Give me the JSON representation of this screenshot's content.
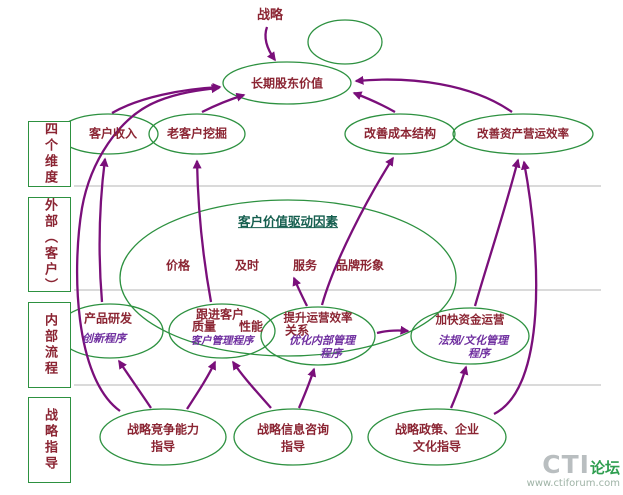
{
  "title": "战略",
  "perspectives": [
    {
      "label": "四个维度"
    },
    {
      "label": "外部（客户）"
    },
    {
      "label": "内部流程"
    },
    {
      "label": "战略指导"
    }
  ],
  "nodes": {
    "shareholder_value": "长期股东价值",
    "customer_revenue": "客户收入",
    "old_customer_mining": "老客户挖掘",
    "improve_cost_structure": "改善成本结构",
    "improve_asset_efficiency": "改善资产营运效率",
    "customer_value_driver": "客户价值驱动因素",
    "attrs_row1": [
      "价格",
      "及时",
      "服务",
      "品牌形象"
    ],
    "attrs_row2": [
      "质量",
      "性能",
      "关系"
    ],
    "product_rd": {
      "title": "产品研发",
      "sub": "创新程序"
    },
    "follow_customer": {
      "title": "跟进客户",
      "sub": "客户管理程序"
    },
    "operation_efficiency": {
      "title": "提升运营效率",
      "sub1": "优化内部管理",
      "sub2": "程序"
    },
    "capital_operation": {
      "title": "加快资金运营",
      "sub1": "法规/文化管理",
      "sub2": "程序"
    },
    "strategy_competition": {
      "line1": "战略竞争能力",
      "line2": "指导"
    },
    "strategy_information": {
      "line1": "战略信息咨询",
      "line2": "指导"
    },
    "strategy_policy": {
      "line1": "战略政策、企业",
      "line2": "文化指导"
    }
  },
  "watermark": {
    "brand": "CTI",
    "brand_suffix": "论坛",
    "url": "www.ctiforum.com"
  },
  "colors": {
    "node-text": "#8b2533",
    "sub-text": "#7030a0",
    "green": "#2d9140",
    "purple": "#7a0f7a",
    "teal": "#155f4f",
    "band-line": "#b5b5b5"
  }
}
